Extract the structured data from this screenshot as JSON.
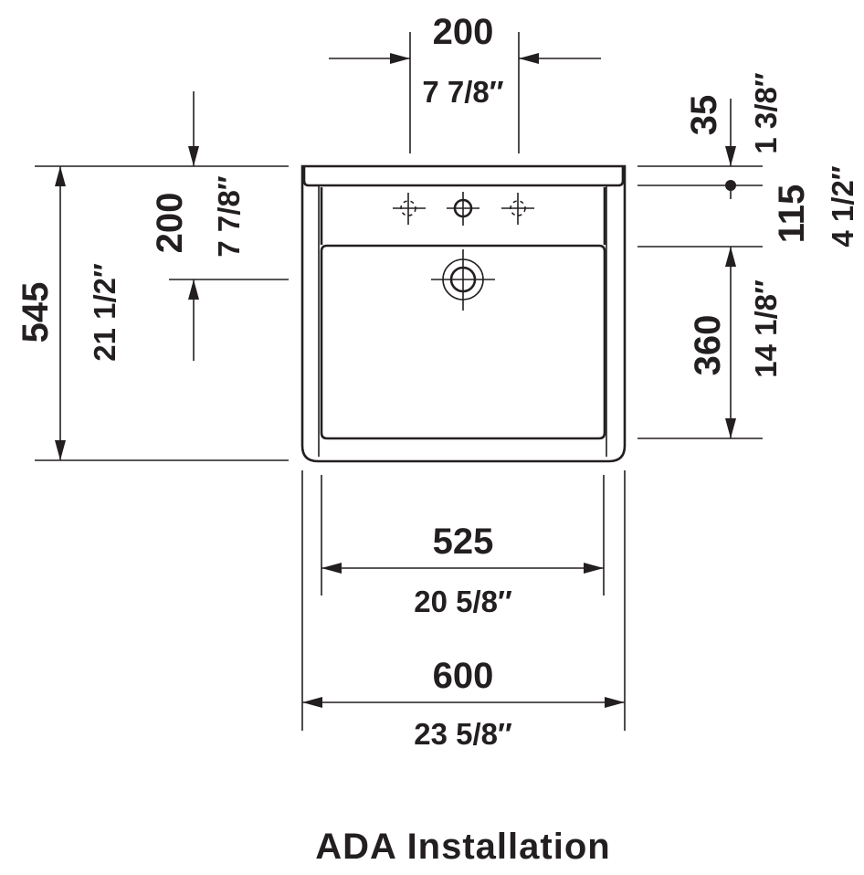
{
  "title": "ADA Installation",
  "colors": {
    "line": "#231f20",
    "background": "#ffffff"
  },
  "dimensions": {
    "top_hole_spacing": {
      "mm": "200",
      "inch": "7 7/8″"
    },
    "overall_depth": {
      "mm": "545",
      "inch": "21 1/2″"
    },
    "drain_offset": {
      "mm": "200",
      "inch": "7 7/8″"
    },
    "rim_to_hole": {
      "mm": "35",
      "inch": "1 3/8″"
    },
    "deck_depth": {
      "mm": "115",
      "inch": "4 1/2″"
    },
    "bowl_depth": {
      "mm": "360",
      "inch": "14 1/8″"
    },
    "bowl_width": {
      "mm": "525",
      "inch": "20 5/8″"
    },
    "overall_width": {
      "mm": "600",
      "inch": "23 5/8″"
    }
  }
}
